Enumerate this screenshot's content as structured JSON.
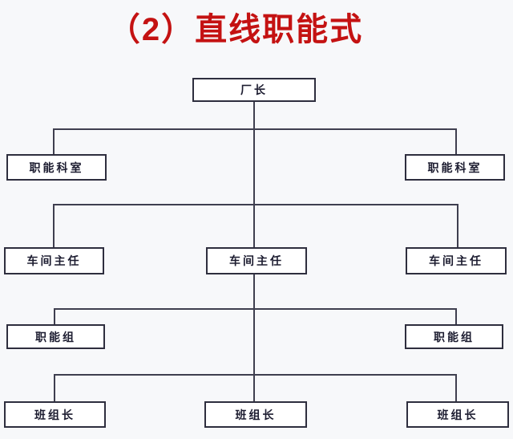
{
  "title": "（2）直线职能式",
  "colors": {
    "title_red": "#c41212",
    "line": "#3f3f4f",
    "box_border": "#2e2e3e",
    "box_text": "#1c1c30",
    "background": "#f7f8fa",
    "box_background": "#ffffff"
  },
  "diagram": {
    "type": "org-chart",
    "levels": [
      {
        "name": "level-1-factory-director",
        "nodes": [
          {
            "label": "厂长"
          }
        ]
      },
      {
        "name": "level-2-functional-offices",
        "nodes": [
          {
            "label": "职能科室"
          },
          {
            "label": "职能科室"
          }
        ]
      },
      {
        "name": "level-3-workshop-directors",
        "nodes": [
          {
            "label": "车间主任"
          },
          {
            "label": "车间主任"
          },
          {
            "label": "车间主任"
          }
        ]
      },
      {
        "name": "level-4-functional-groups",
        "nodes": [
          {
            "label": "职能组"
          },
          {
            "label": "职能组"
          }
        ]
      },
      {
        "name": "level-5-team-leaders",
        "nodes": [
          {
            "label": "班组长"
          },
          {
            "label": "班组长"
          },
          {
            "label": "班组长"
          }
        ]
      }
    ]
  }
}
